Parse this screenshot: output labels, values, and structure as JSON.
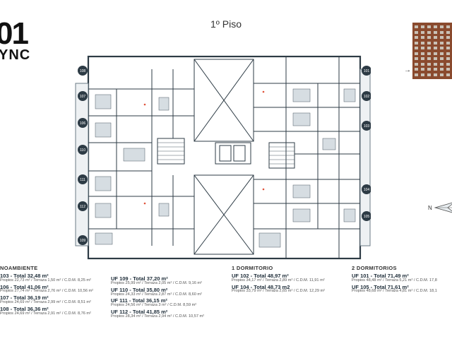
{
  "logo": {
    "line1": "01",
    "line2": "YNC"
  },
  "floor_title": "1º Piso",
  "legend": {
    "col1": {
      "heading": "NOAMBIENTE",
      "units": [
        {
          "name": "103 - Total 32,48 m²",
          "detail": "Propios 22,73 m² / Terraza 1,50 m² / C.D.M. 8,25 m²"
        },
        {
          "name": "106 - Total 41,06 m²",
          "detail": "Propios 27,74 m² / Terraza 2,76 m² / C.D.M. 10,56 m²"
        },
        {
          "name": "107 - Total 36,19 m²",
          "detail": "Propios 24,69 m² / Terraza 2,99 m² / C.D.M. 8,51 m²"
        },
        {
          "name": "108 - Total 36,36 m²",
          "detail": "Propios 24,69 m² / Terraza 2,91 m² / C.D.M. 8,76 m²"
        }
      ]
    },
    "col2": {
      "heading": "",
      "units": [
        {
          "name": "UF 109 - Total 37,20 m²",
          "detail": "Propios 25,99 m² / Terraza 2,05 m² / C.D.M. 9,16 m²"
        },
        {
          "name": "UF 110 - Total 35,80 m²",
          "detail": "Propios 24,33 m² / Terraza 2,87 m² / C.D.M. 8,60 m²"
        },
        {
          "name": "UF 111 - Total 36,15 m²",
          "detail": "Propios 24,56 m² / Terraza 3 m² / C.D.M. 8,59 m²"
        },
        {
          "name": "UF 112 - Total 41,85 m²",
          "detail": "Propios 28,34 m² / Terraza 2,94 m² / C.D.M. 10,57 m²"
        }
      ]
    },
    "col3": {
      "heading": "1 DORMITORIO",
      "units": [
        {
          "name": "UF 102 - Total 48,97 m²",
          "detail": "Propios 34,17 m² / Terraza 2,89 m² / C.D.M. 11,91 m²"
        },
        {
          "name": "UF 104 - Total 48,73 m2",
          "detail": "Propios 33,79 m² / Terraza 2,65 m² / C.D.M. 12,29 m²"
        }
      ]
    },
    "col4": {
      "heading": "2 DORMITORIOS",
      "units": [
        {
          "name": "UF 101 - Total 71,49 m²",
          "detail": "Propios 48,48 m² / Terraza 5,21 m² / C.D.M. 17,8"
        },
        {
          "name": "UF 105 - Total 71,61 m²",
          "detail": "Propios 48,68 m² / Terraza 4,81 m² / C.D.M. 18,1"
        }
      ]
    }
  },
  "plan_labels": {
    "left": [
      "108",
      "107",
      "106",
      "110",
      "111",
      "112",
      "109"
    ],
    "right": [
      "101",
      "102",
      "103",
      "104",
      "105"
    ]
  },
  "colors": {
    "wall": "#2d3b45",
    "terrace": "#cfd6db",
    "accent": "#e0523a",
    "brick": "#8a4a2e"
  }
}
